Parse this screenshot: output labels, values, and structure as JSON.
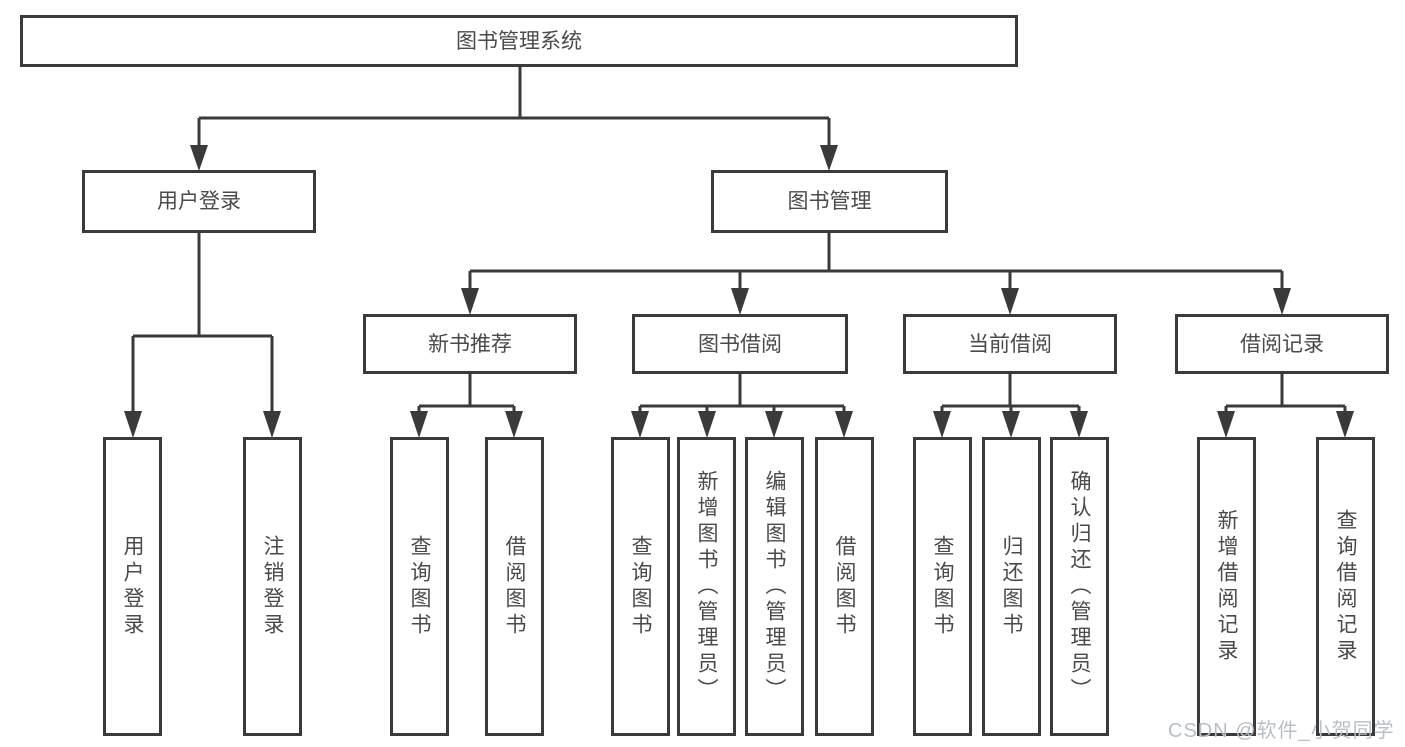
{
  "root": {
    "label": "图书管理系统"
  },
  "level2": {
    "user_login": {
      "label": "用户登录"
    },
    "book_mgmt": {
      "label": "图书管理"
    }
  },
  "level3": {
    "new_books": {
      "label": "新书推荐"
    },
    "book_borrow": {
      "label": "图书借阅"
    },
    "current_borrow": {
      "label": "当前借阅"
    },
    "borrow_records": {
      "label": "借阅记录"
    }
  },
  "leaves": {
    "user_login": {
      "label": "用户登录"
    },
    "logout": {
      "label": "注销登录"
    },
    "nb_query_books": {
      "label": "查询图书"
    },
    "nb_borrow_books": {
      "label": "借阅图书"
    },
    "bb_query_books": {
      "label": "查询图书"
    },
    "bb_add_books": {
      "label": "新增图书（管理员）"
    },
    "bb_edit_books": {
      "label": "编辑图书（管理员）"
    },
    "bb_borrow_books": {
      "label": "借阅图书"
    },
    "cb_query_books": {
      "label": "查询图书"
    },
    "cb_return_books": {
      "label": "归还图书"
    },
    "cb_confirm_return": {
      "label": "确认归还（管理员）"
    },
    "br_add_record": {
      "label": "新增借阅记录"
    },
    "br_query_record": {
      "label": "查询借阅记录"
    }
  },
  "watermark": {
    "text": "CSDN @软件_小贺同学"
  },
  "colors": {
    "line": "#3a3a3a",
    "text": "#4a4a4a",
    "watermark": "#b9bfc7",
    "background": "#ffffff"
  }
}
